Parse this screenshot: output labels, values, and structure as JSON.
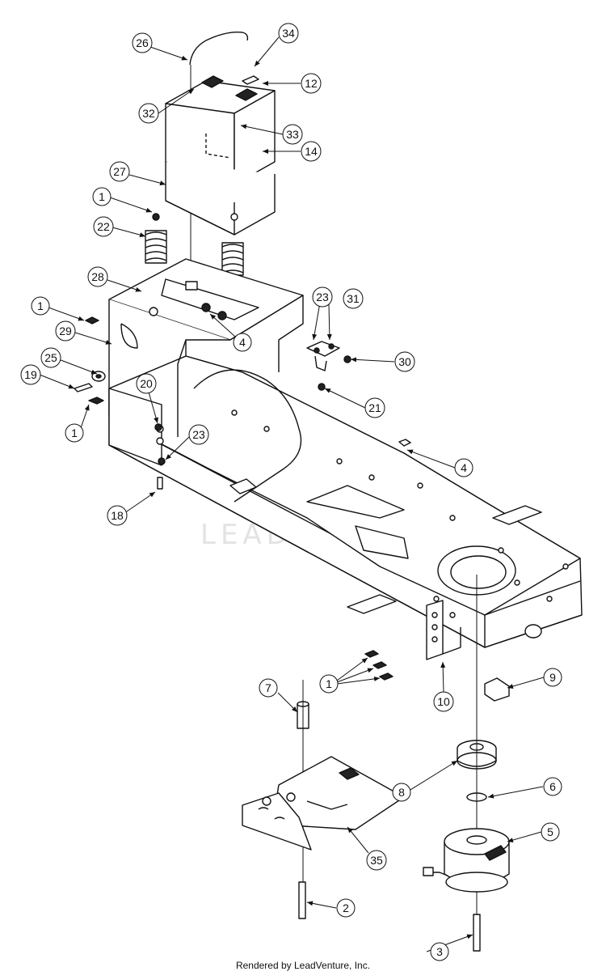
{
  "diagram": {
    "watermark_text": "LEADVENTURE",
    "footer_text": "Rendered by LeadVenture, Inc.",
    "callouts": [
      "26",
      "34",
      "12",
      "32",
      "33",
      "14",
      "27",
      "1",
      "22",
      "28",
      "23",
      "31",
      "1",
      "29",
      "30",
      "4",
      "25",
      "19",
      "20",
      "21",
      "1",
      "23",
      "4",
      "18",
      "9",
      "1",
      "10",
      "7",
      "8",
      "6",
      "5",
      "35",
      "2",
      "3"
    ]
  }
}
